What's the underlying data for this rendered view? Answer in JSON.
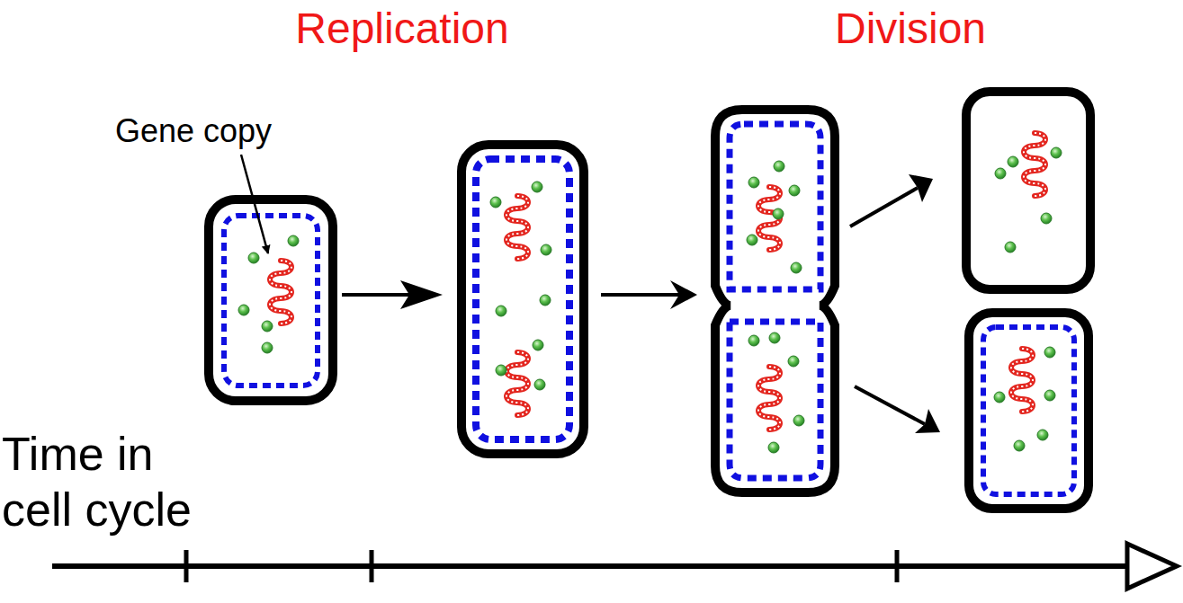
{
  "diagram": {
    "labels": [
      "Replication",
      "Division",
      "Gene copy",
      "Time in cell cycle"
    ]
  }
}
